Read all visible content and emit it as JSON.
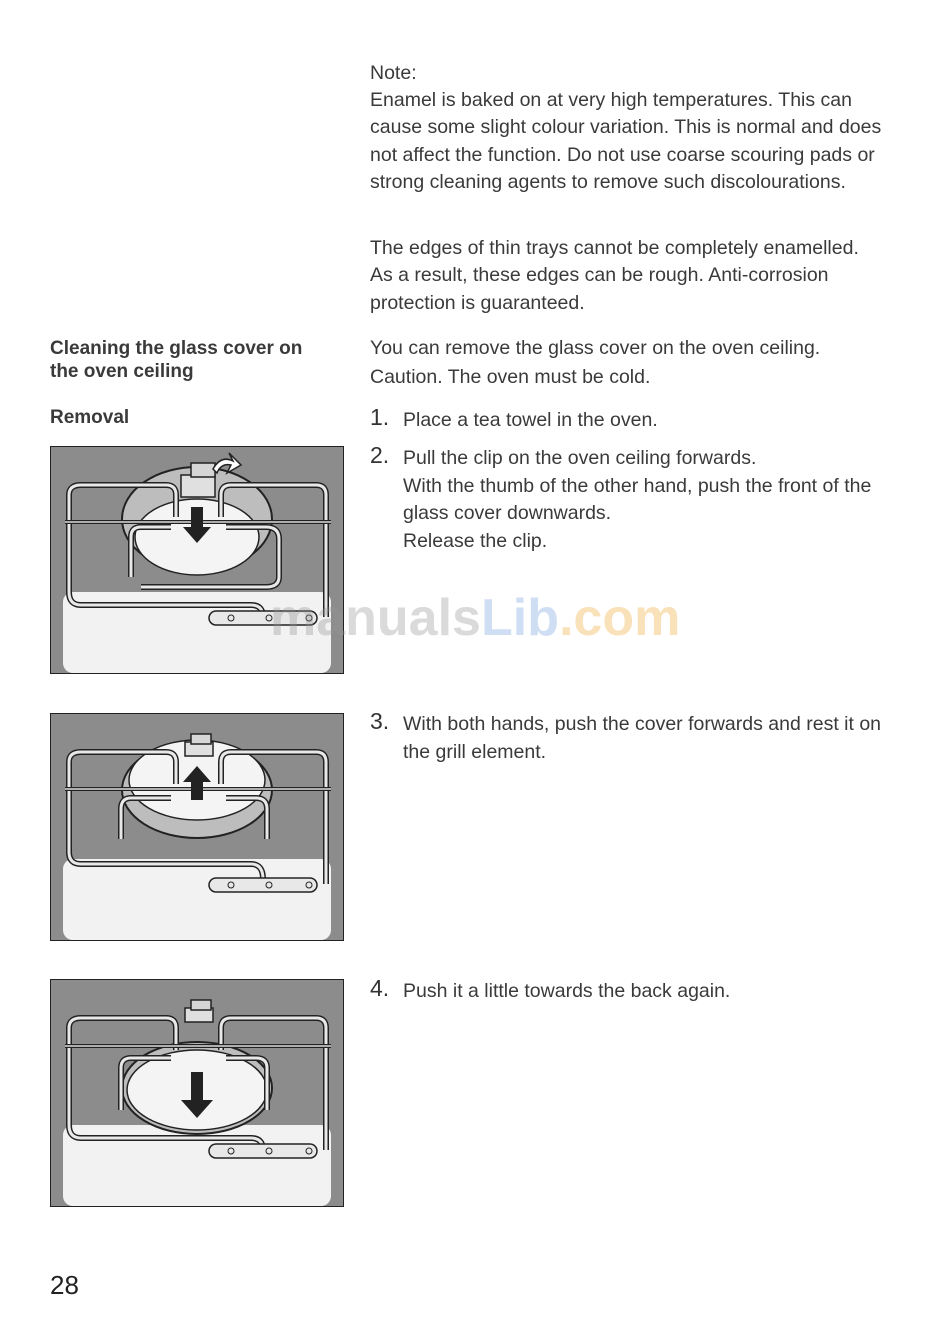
{
  "note": {
    "label": "Note:",
    "text": "Enamel is baked on at very high temperatures. This can cause some slight colour variation. This is normal and does not affect the function. Do not use coarse scouring pads or strong cleaning agents to remove such discolourations.",
    "text2": "The edges of thin trays cannot be completely enamelled. As a result, these edges can be rough. Anti-corrosion protection is guaranteed."
  },
  "section": {
    "heading": "Cleaning the glass cover on the oven ceiling",
    "intro": "You can remove the glass cover on the oven ceiling.",
    "caution": "Caution. The oven must be cold.",
    "subheading": "Removal"
  },
  "steps": [
    {
      "num": "1.",
      "lines": [
        "Place a tea towel in the oven."
      ]
    },
    {
      "num": "2.",
      "lines": [
        "Pull the clip on the oven ceiling forwards.",
        "With the thumb of the other hand, push the front of the glass cover downwards.",
        "Release the clip."
      ]
    },
    {
      "num": "3.",
      "lines": [
        "With both hands, push the cover forwards and rest it on the grill element."
      ]
    },
    {
      "num": "4.",
      "lines": [
        "Push it a little towards the back again."
      ]
    }
  ],
  "watermark": {
    "part1": "manuals",
    "part2": "Lib",
    "part3": ".com"
  },
  "page_number": "28"
}
